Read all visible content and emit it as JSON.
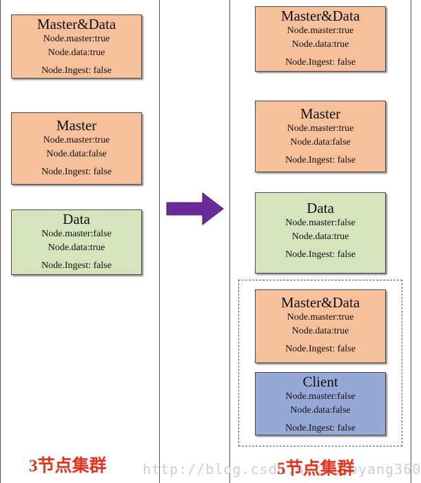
{
  "colors": {
    "master_data": "#f6c09b",
    "master": "#f6c09b",
    "data": "#d6e3bd",
    "client": "#95a8d6",
    "arrow": "#6a2a9c",
    "label": "#e8331c"
  },
  "left_cluster": {
    "label": "3节点集群",
    "nodes": [
      {
        "title": "Master&Data",
        "master": "Node.master:true",
        "data": "Node.data:true",
        "ingest": "Node.Ingest: false"
      },
      {
        "title": "Master",
        "master": "Node.master:true",
        "data": "Node.data:false",
        "ingest": "Node.Ingest: false"
      },
      {
        "title": "Data",
        "master": "Node.master:false",
        "data": "Node.data:true",
        "ingest": "Node.Ingest: false"
      }
    ]
  },
  "right_cluster": {
    "label": "5节点集群",
    "nodes": [
      {
        "title": "Master&Data",
        "master": "Node.master:true",
        "data": "Node.data:true",
        "ingest": "Node.Ingest: false"
      },
      {
        "title": "Master",
        "master": "Node.master:true",
        "data": "Node.data:false",
        "ingest": "Node.Ingest: false"
      },
      {
        "title": "Data",
        "master": "Node.master:false",
        "data": "Node.data:true",
        "ingest": "Node.Ingest: false"
      },
      {
        "title": "Master&Data",
        "master": "Node.master:true",
        "data": "Node.data:true",
        "ingest": "Node.Ingest: false"
      },
      {
        "title": "Client",
        "master": "Node.master:false",
        "data": "Node.data:false",
        "ingest": "Node.Ingest: false"
      }
    ]
  },
  "watermark": "http://blog.csdn.net/laoyang360"
}
